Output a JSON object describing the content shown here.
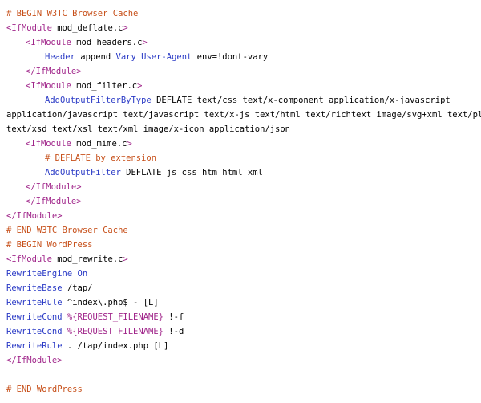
{
  "colors": {
    "comment": "#c7501a",
    "tag": "#a0258a",
    "keyword": "#2b3bc6",
    "text": "#000000",
    "background": "#ffffff"
  },
  "code_lines": [
    {
      "indent": 0,
      "tokens": [
        {
          "t": "comment",
          "v": "# BEGIN W3TC Browser Cache"
        }
      ]
    },
    {
      "indent": 0,
      "tokens": [
        {
          "t": "tag",
          "v": "<IfModule"
        },
        {
          "t": "plain",
          "v": " mod_deflate.c"
        },
        {
          "t": "tag",
          "v": ">"
        }
      ]
    },
    {
      "indent": 1,
      "tokens": [
        {
          "t": "tag",
          "v": "<IfModule"
        },
        {
          "t": "plain",
          "v": " mod_headers.c"
        },
        {
          "t": "tag",
          "v": ">"
        }
      ]
    },
    {
      "indent": 2,
      "tokens": [
        {
          "t": "kw",
          "v": "Header"
        },
        {
          "t": "plain",
          "v": " append "
        },
        {
          "t": "kw",
          "v": "Vary"
        },
        {
          "t": "plain",
          "v": " "
        },
        {
          "t": "kw",
          "v": "User-Agent"
        },
        {
          "t": "plain",
          "v": " env=!dont-vary"
        }
      ]
    },
    {
      "indent": 1,
      "tokens": [
        {
          "t": "tag",
          "v": "</IfModule>"
        }
      ]
    },
    {
      "indent": 1,
      "tokens": [
        {
          "t": "tag",
          "v": "<IfModule"
        },
        {
          "t": "plain",
          "v": " mod_filter.c"
        },
        {
          "t": "tag",
          "v": ">"
        }
      ]
    },
    {
      "indent": 2,
      "tokens": [
        {
          "t": "kw",
          "v": "AddOutputFilterByType"
        },
        {
          "t": "plain",
          "v": " DEFLATE text/css text/x-component application/x-javascript"
        }
      ]
    },
    {
      "indent": 0,
      "tokens": [
        {
          "t": "plain",
          "v": "application/javascript text/javascript text/x-js text/html text/richtext image/svg+xml text/plain"
        }
      ]
    },
    {
      "indent": 0,
      "tokens": [
        {
          "t": "plain",
          "v": "text/xsd text/xsl text/xml image/x-icon application/json"
        }
      ]
    },
    {
      "indent": 1,
      "tokens": [
        {
          "t": "tag",
          "v": "<IfModule"
        },
        {
          "t": "plain",
          "v": " mod_mime.c"
        },
        {
          "t": "tag",
          "v": ">"
        }
      ]
    },
    {
      "indent": 2,
      "tokens": [
        {
          "t": "comment",
          "v": "# DEFLATE by extension"
        }
      ]
    },
    {
      "indent": 2,
      "tokens": [
        {
          "t": "kw",
          "v": "AddOutputFilter"
        },
        {
          "t": "plain",
          "v": " DEFLATE js css htm html xml"
        }
      ]
    },
    {
      "indent": 1,
      "tokens": [
        {
          "t": "tag",
          "v": "</IfModule>"
        }
      ]
    },
    {
      "indent": 1,
      "tokens": [
        {
          "t": "tag",
          "v": "</IfModule>"
        }
      ]
    },
    {
      "indent": 0,
      "tokens": [
        {
          "t": "tag",
          "v": "</IfModule>"
        }
      ]
    },
    {
      "indent": 0,
      "tokens": [
        {
          "t": "comment",
          "v": "# END W3TC Browser Cache"
        }
      ]
    },
    {
      "indent": 0,
      "tokens": [
        {
          "t": "comment",
          "v": "# BEGIN WordPress"
        }
      ]
    },
    {
      "indent": 0,
      "tokens": [
        {
          "t": "tag",
          "v": "<IfModule"
        },
        {
          "t": "plain",
          "v": " mod_rewrite.c"
        },
        {
          "t": "tag",
          "v": ">"
        }
      ]
    },
    {
      "indent": 0,
      "tokens": [
        {
          "t": "kw",
          "v": "RewriteEngine"
        },
        {
          "t": "plain",
          "v": " "
        },
        {
          "t": "kw",
          "v": "On"
        }
      ]
    },
    {
      "indent": 0,
      "tokens": [
        {
          "t": "kw",
          "v": "RewriteBase"
        },
        {
          "t": "plain",
          "v": " /tap/"
        }
      ]
    },
    {
      "indent": 0,
      "tokens": [
        {
          "t": "kw",
          "v": "RewriteRule"
        },
        {
          "t": "plain",
          "v": " ^index\\.php$ - [L]"
        }
      ]
    },
    {
      "indent": 0,
      "tokens": [
        {
          "t": "kw",
          "v": "RewriteCond"
        },
        {
          "t": "plain",
          "v": " "
        },
        {
          "t": "tag",
          "v": "%{REQUEST_FILENAME}"
        },
        {
          "t": "plain",
          "v": " !-f"
        }
      ]
    },
    {
      "indent": 0,
      "tokens": [
        {
          "t": "kw",
          "v": "RewriteCond"
        },
        {
          "t": "plain",
          "v": " "
        },
        {
          "t": "tag",
          "v": "%{REQUEST_FILENAME}"
        },
        {
          "t": "plain",
          "v": " !-d"
        }
      ]
    },
    {
      "indent": 0,
      "tokens": [
        {
          "t": "kw",
          "v": "RewriteRule"
        },
        {
          "t": "plain",
          "v": " . /tap/index.php [L]"
        }
      ]
    },
    {
      "indent": 0,
      "tokens": [
        {
          "t": "tag",
          "v": "</IfModule>"
        }
      ]
    },
    {
      "indent": 0,
      "tokens": []
    },
    {
      "indent": 0,
      "tokens": [
        {
          "t": "comment",
          "v": "# END WordPress"
        }
      ]
    }
  ]
}
